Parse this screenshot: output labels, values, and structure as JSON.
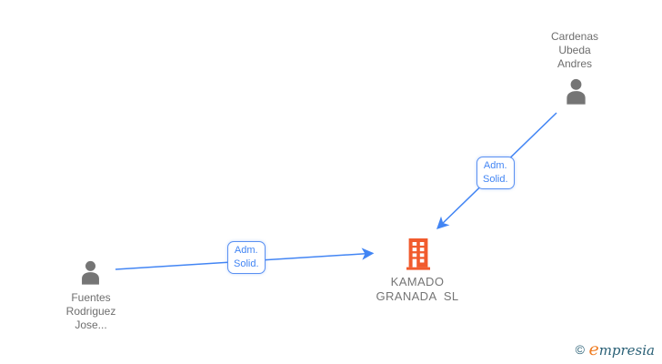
{
  "diagram": {
    "type": "corporate-relationship-graph",
    "background": "#ffffff"
  },
  "nodes": {
    "person_top": {
      "label": "Cardenas\nUbeda\nAndres",
      "type": "person"
    },
    "person_left": {
      "label": "Fuentes\nRodriguez\nJose...",
      "type": "person"
    },
    "company": {
      "label": "KAMADO\nGRANADA  SL",
      "type": "company"
    }
  },
  "edges": {
    "left": {
      "label": "Adm.\nSolid.",
      "from": "person_left",
      "to": "company"
    },
    "right": {
      "label": "Adm.\nSolid.",
      "from": "person_top",
      "to": "company"
    }
  },
  "footer": {
    "copyright_symbol": "©",
    "brand_initial": "e",
    "brand_rest": "mpresia"
  },
  "colors": {
    "edge_blue": "#4285f4",
    "person_gray": "#757575",
    "label_gray": "#6e6e6e",
    "company_orange": "#f15b2d",
    "logo_teal": "#2a6076",
    "logo_orange": "#ef7d23"
  }
}
